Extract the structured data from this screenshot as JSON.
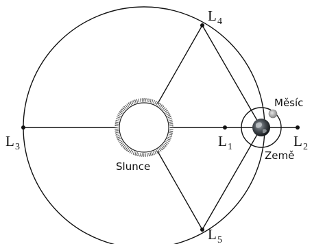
{
  "points": {
    "L1": {
      "letter": "L",
      "sub": "1"
    },
    "L2": {
      "letter": "L",
      "sub": "2"
    },
    "L3": {
      "letter": "L",
      "sub": "3"
    },
    "L4": {
      "letter": "L",
      "sub": "4"
    },
    "L5": {
      "letter": "L",
      "sub": "5"
    }
  },
  "bodies": {
    "sun": "Slunce",
    "earth": "Země",
    "moon": "Měsíc"
  }
}
